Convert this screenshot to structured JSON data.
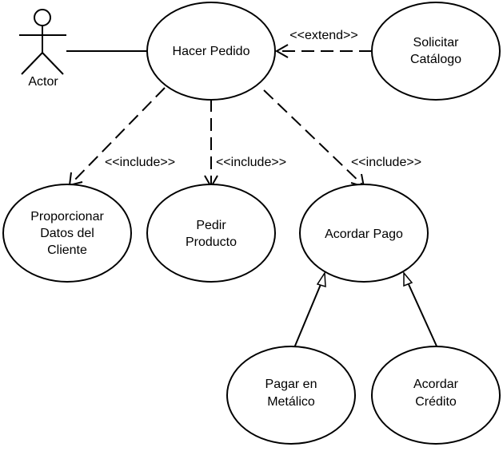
{
  "actor": {
    "label": "Actor"
  },
  "use_cases": {
    "hacer_pedido": [
      "Hacer Pedido"
    ],
    "solicitar_catalogo": [
      "Solicitar",
      "Catálogo"
    ],
    "proporcionar_datos": [
      "Proporcionar",
      "Datos del",
      "Cliente"
    ],
    "pedir_producto": [
      "Pedir",
      "Producto"
    ],
    "acordar_pago": [
      "Acordar Pago"
    ],
    "pagar_metalico": [
      "Pagar en",
      "Metálico"
    ],
    "acordar_credito": [
      "Acordar",
      "Crédito"
    ]
  },
  "relations": {
    "extend": "<<extend>>",
    "include_datos": "<<include>>",
    "include_producto": "<<include>>",
    "include_pago": "<<include>>"
  }
}
